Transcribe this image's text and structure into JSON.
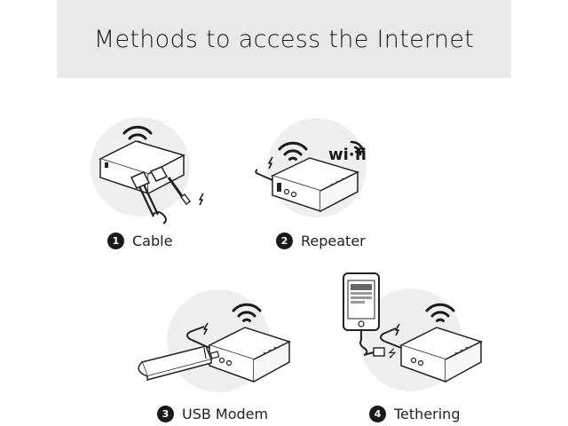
{
  "header": {
    "title": "Methods to access the Internet"
  },
  "methods": [
    {
      "number": "1",
      "label": "Cable"
    },
    {
      "number": "2",
      "label": "Repeater"
    },
    {
      "number": "3",
      "label": "USB Modem"
    },
    {
      "number": "4",
      "label": "Tethering"
    }
  ],
  "wifi_logo": {
    "text": "wi·fi"
  },
  "usb_symbol": {
    "text": "⭍"
  },
  "colors": {
    "header_bg": "#e9e9e9",
    "bubble": "#efefef",
    "line": "#222222"
  },
  "icons": [
    "wifi-icon",
    "router-icon",
    "ethernet-cable-icon",
    "usb-modem-icon",
    "smartphone-icon",
    "usb-icon",
    "lightning-icon"
  ]
}
